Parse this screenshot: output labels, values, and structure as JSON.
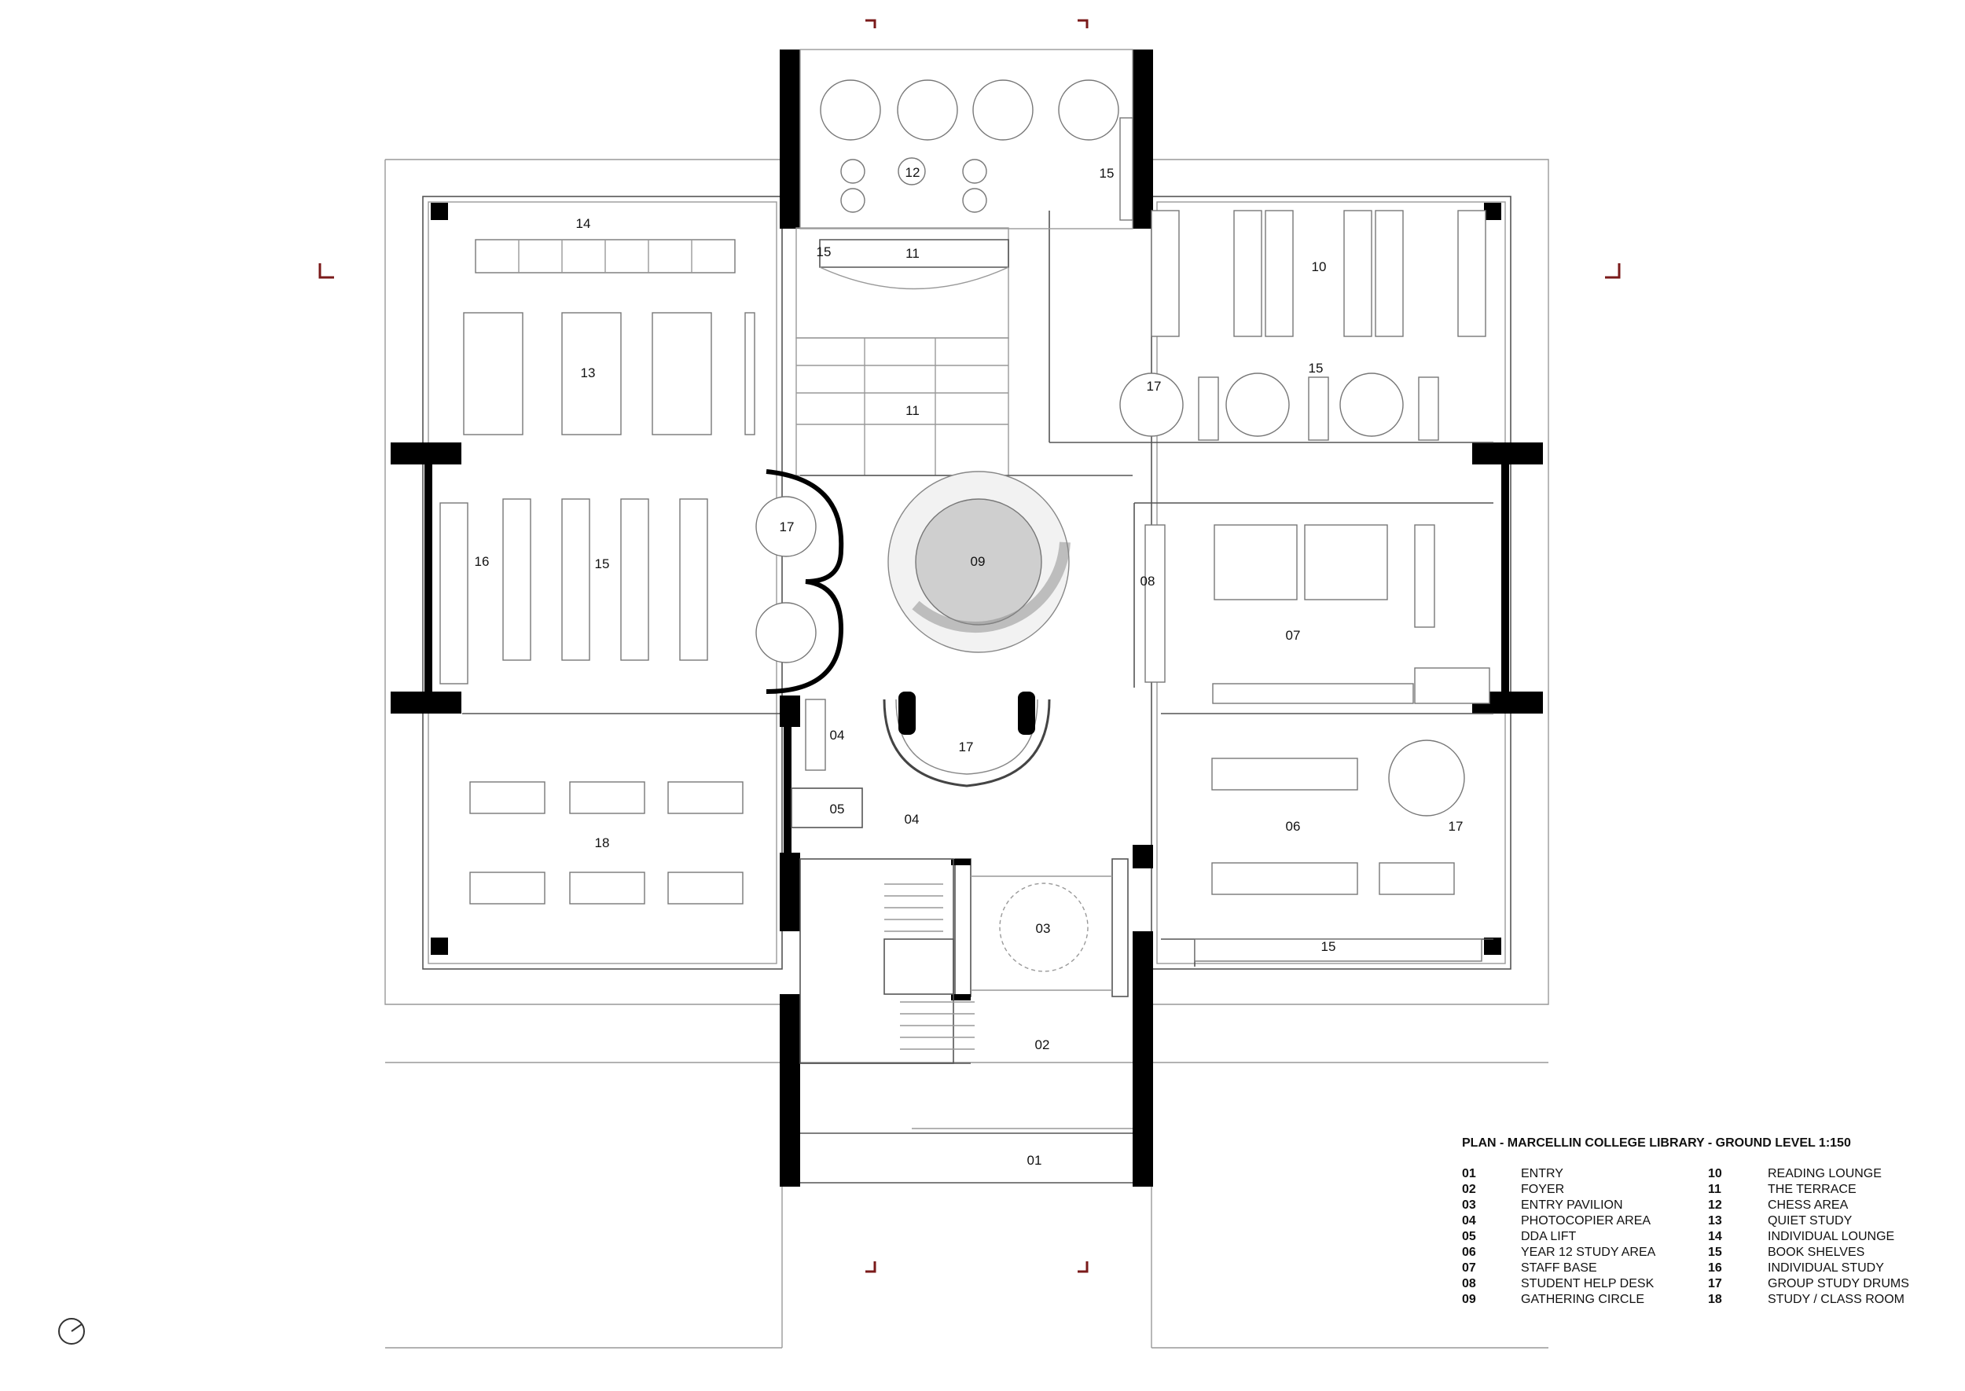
{
  "plan": {
    "title": "PLAN - MARCELLIN COLLEGE LIBRARY - GROUND LEVEL 1:150",
    "rooms": [
      {
        "id": "01",
        "label": "01"
      },
      {
        "id": "02",
        "label": "02"
      },
      {
        "id": "03",
        "label": "03"
      },
      {
        "id": "04a",
        "label": "04"
      },
      {
        "id": "04b",
        "label": "04"
      },
      {
        "id": "05",
        "label": "05"
      },
      {
        "id": "06",
        "label": "06"
      },
      {
        "id": "07",
        "label": "07"
      },
      {
        "id": "08",
        "label": "08"
      },
      {
        "id": "09",
        "label": "09"
      },
      {
        "id": "10",
        "label": "10"
      },
      {
        "id": "11a",
        "label": "11"
      },
      {
        "id": "11b",
        "label": "11"
      },
      {
        "id": "12",
        "label": "12"
      },
      {
        "id": "13",
        "label": "13"
      },
      {
        "id": "14",
        "label": "14"
      },
      {
        "id": "15a",
        "label": "15"
      },
      {
        "id": "15b",
        "label": "15"
      },
      {
        "id": "15c",
        "label": "15"
      },
      {
        "id": "15d",
        "label": "15"
      },
      {
        "id": "15e",
        "label": "15"
      },
      {
        "id": "16",
        "label": "16"
      },
      {
        "id": "17a",
        "label": "17"
      },
      {
        "id": "17b",
        "label": "17"
      },
      {
        "id": "17c",
        "label": "17"
      },
      {
        "id": "17d",
        "label": "17"
      },
      {
        "id": "18",
        "label": "18"
      }
    ]
  },
  "legend": {
    "left": [
      {
        "num": "01",
        "name": "ENTRY"
      },
      {
        "num": "02",
        "name": "FOYER"
      },
      {
        "num": "03",
        "name": "ENTRY PAVILION"
      },
      {
        "num": "04",
        "name": "PHOTOCOPIER AREA"
      },
      {
        "num": "05",
        "name": "DDA LIFT"
      },
      {
        "num": "06",
        "name": "YEAR 12 STUDY AREA"
      },
      {
        "num": "07",
        "name": "STAFF BASE"
      },
      {
        "num": "08",
        "name": "STUDENT HELP DESK"
      },
      {
        "num": "09",
        "name": "GATHERING CIRCLE"
      }
    ],
    "right": [
      {
        "num": "10",
        "name": "READING LOUNGE"
      },
      {
        "num": "11",
        "name": "THE TERRACE"
      },
      {
        "num": "12",
        "name": "CHESS AREA"
      },
      {
        "num": "13",
        "name": "QUIET STUDY"
      },
      {
        "num": "14",
        "name": "INDIVIDUAL LOUNGE"
      },
      {
        "num": "15",
        "name": "BOOK SHELVES"
      },
      {
        "num": "16",
        "name": "INDIVIDUAL STUDY"
      },
      {
        "num": "17",
        "name": "GROUP STUDY DRUMS"
      },
      {
        "num": "18",
        "name": "STUDY / CLASS ROOM"
      }
    ]
  },
  "icons": {
    "north": "north-arrow-icon"
  }
}
